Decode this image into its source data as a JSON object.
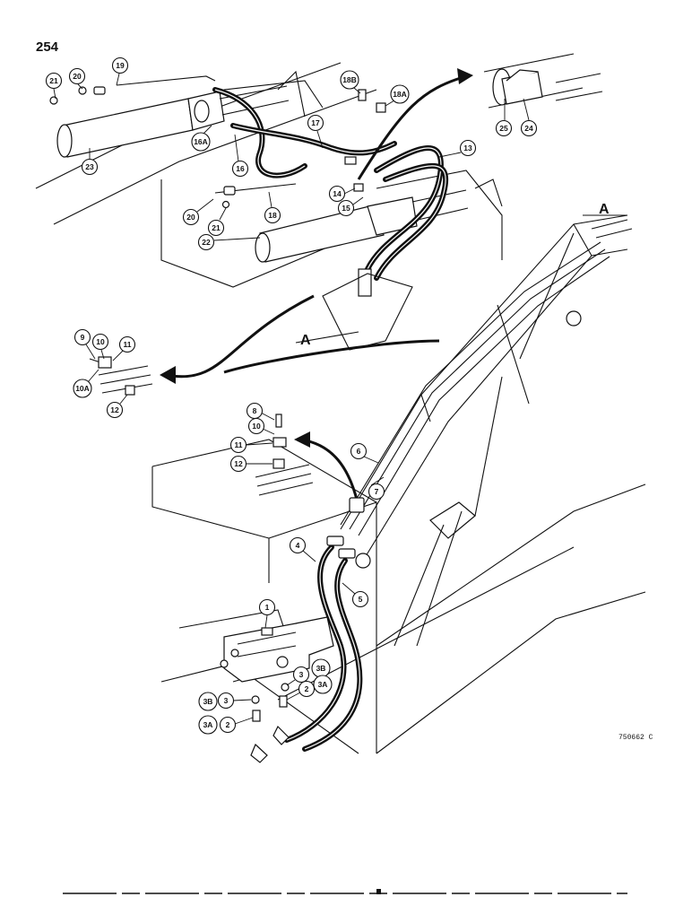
{
  "page_number": "254",
  "figure_code": "750662 C",
  "section_marks": [
    "A",
    "A"
  ],
  "callouts": {
    "c1": "1",
    "c2a": "2",
    "c2b": "2",
    "c3a": "3",
    "c3b": "3",
    "c3A1": "3A",
    "c3A2": "3A",
    "c3B1": "3B",
    "c3B2": "3B",
    "c4": "4",
    "c5": "5",
    "c6": "6",
    "c7": "7",
    "c8": "8",
    "c9": "9",
    "c10a": "10",
    "c10b": "10",
    "c10A": "10A",
    "c11a": "11",
    "c11b": "11",
    "c12a": "12",
    "c12b": "12",
    "c13": "13",
    "c14": "14",
    "c15": "15",
    "c16": "16",
    "c16A": "16A",
    "c17": "17",
    "c18": "18",
    "c18A": "18A",
    "c18B": "18B",
    "c19": "19",
    "c20a": "20",
    "c20b": "20",
    "c21a": "21",
    "c21b": "21",
    "c22": "22",
    "c23": "23",
    "c24": "24",
    "c25": "25"
  }
}
